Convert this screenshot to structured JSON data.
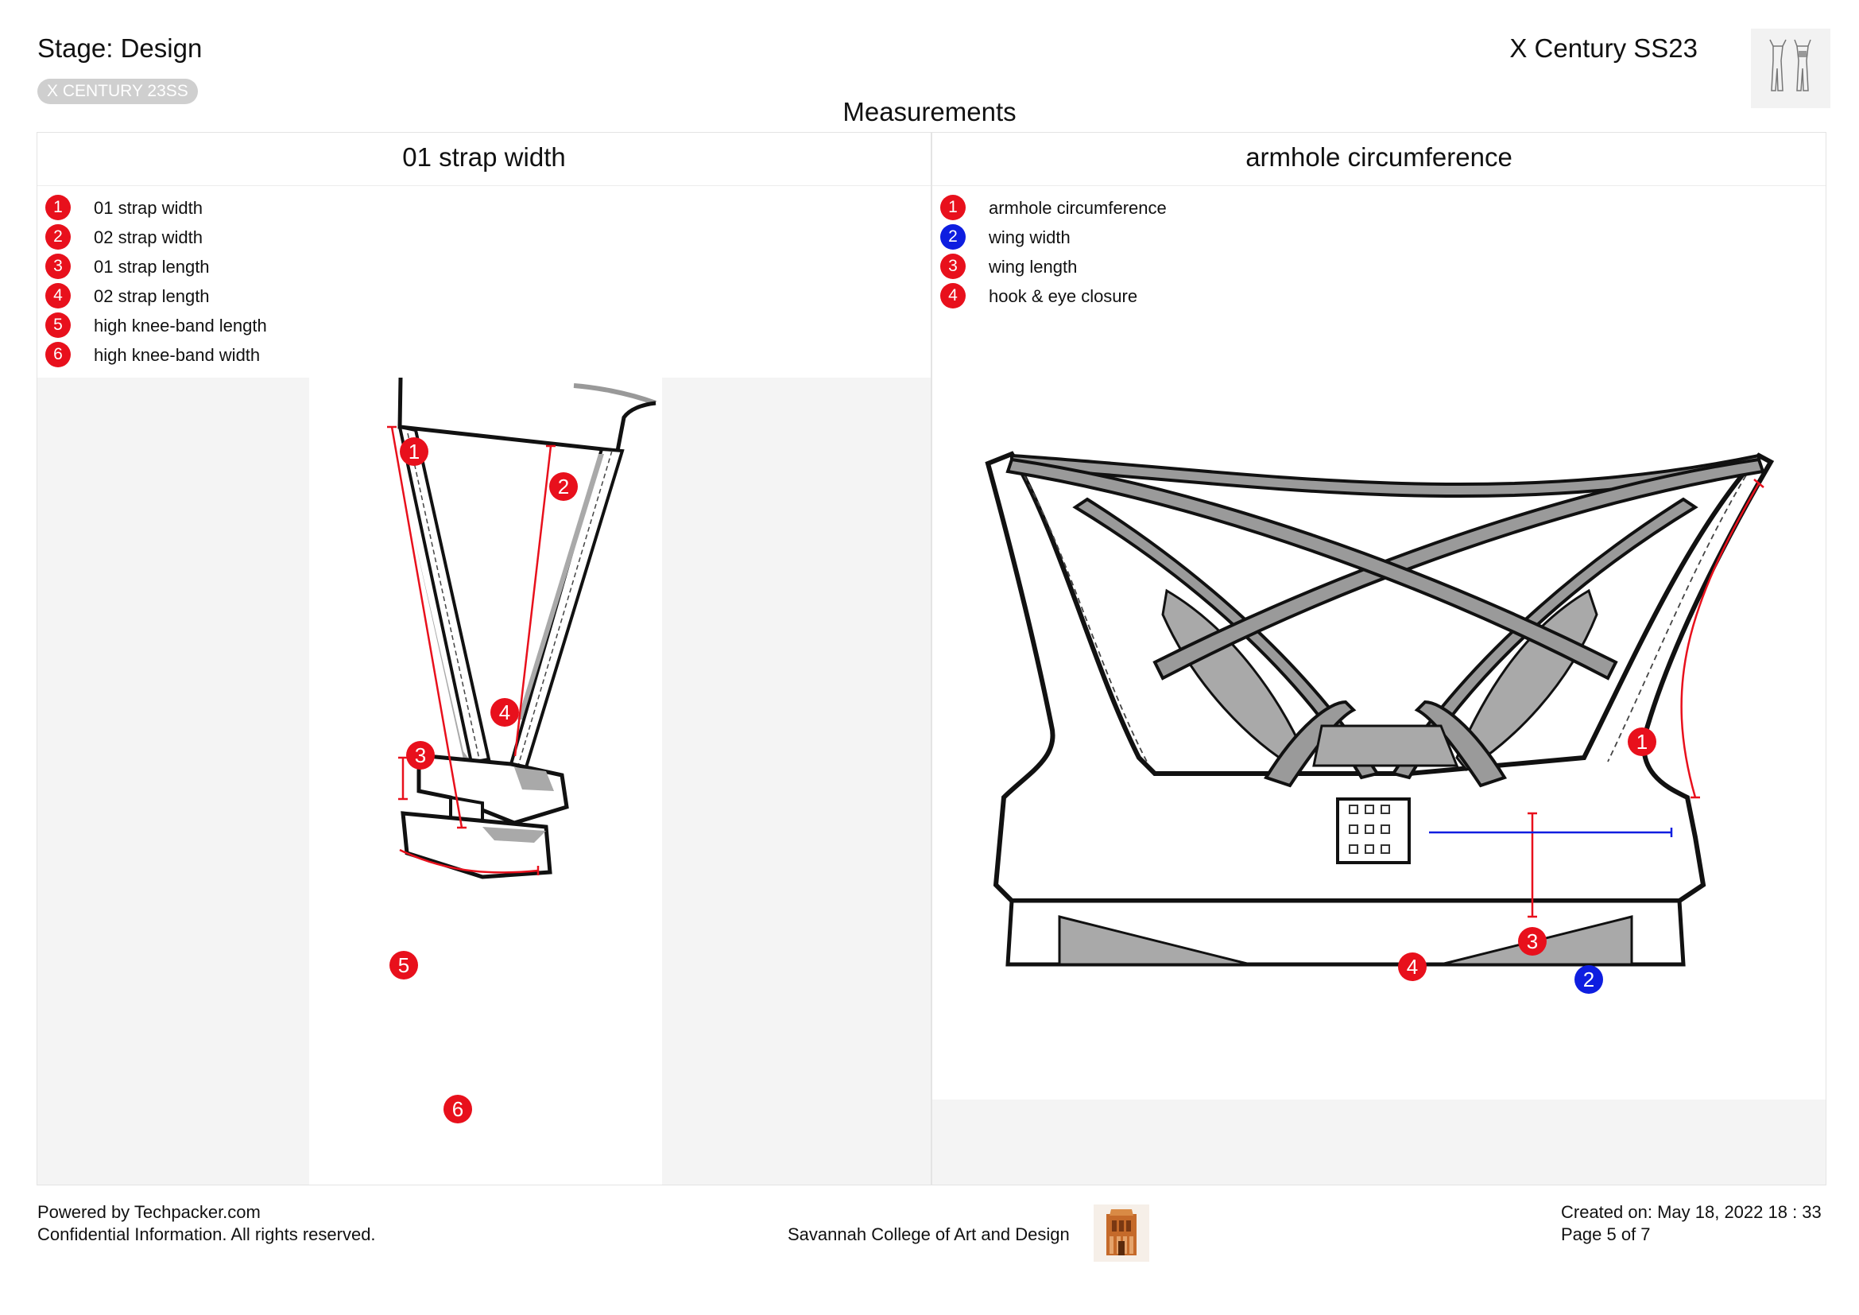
{
  "header": {
    "stage": "Stage: Design",
    "tag": "X CENTURY 23SS",
    "collection": "X Century SS23",
    "page_heading": "Measurements"
  },
  "panels": [
    {
      "title": "01 strap width",
      "legend": [
        {
          "num": "1",
          "label": "01 strap width",
          "color": "#e8101c"
        },
        {
          "num": "2",
          "label": "02 strap width",
          "color": "#e8101c"
        },
        {
          "num": "3",
          "label": "01 strap length",
          "color": "#e8101c"
        },
        {
          "num": "4",
          "label": "02 strap length",
          "color": "#e8101c"
        },
        {
          "num": "5",
          "label": "high knee-band length",
          "color": "#e8101c"
        },
        {
          "num": "6",
          "label": "high knee-band width",
          "color": "#e8101c"
        }
      ]
    },
    {
      "title": "armhole circumference",
      "legend": [
        {
          "num": "1",
          "label": "armhole circumference",
          "color": "#e8101c"
        },
        {
          "num": "2",
          "label": "wing width",
          "color": "#0e1ee0"
        },
        {
          "num": "3",
          "label": "wing length",
          "color": "#e8101c"
        },
        {
          "num": "4",
          "label": "hook & eye closure",
          "color": "#e8101c"
        }
      ]
    }
  ],
  "footer": {
    "powered_by": "Powered by Techpacker.com",
    "confidential": "Confidential Information. All rights reserved.",
    "school": "Savannah College of Art and Design",
    "created": "Created on: May 18, 2022 18 : 33",
    "page": "Page 5 of 7"
  }
}
